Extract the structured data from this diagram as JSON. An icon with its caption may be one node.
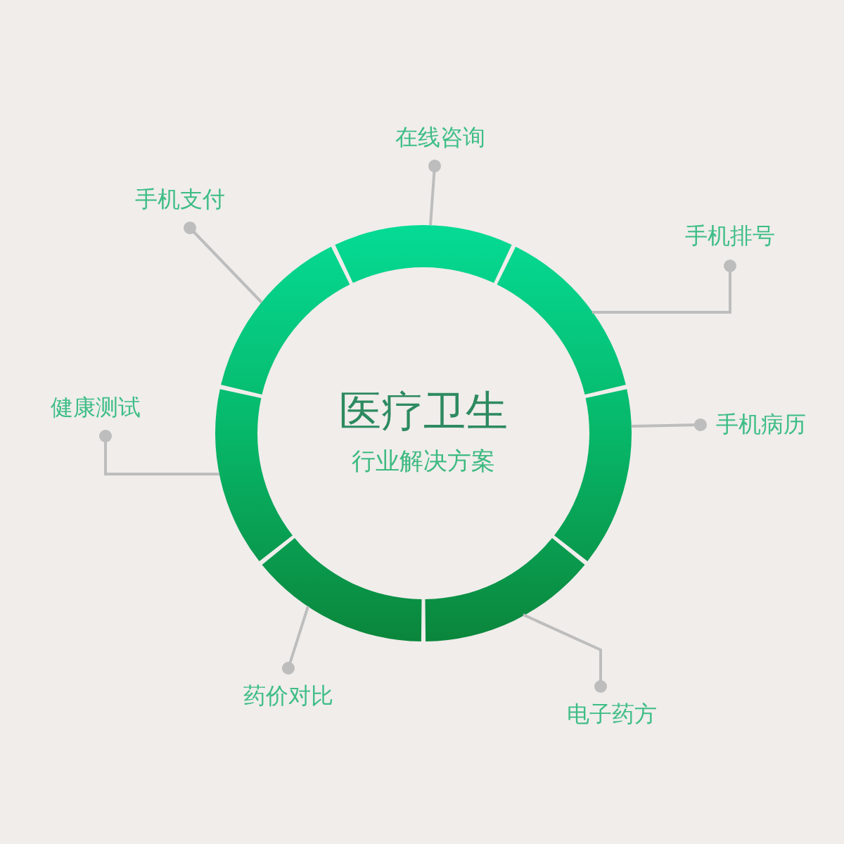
{
  "diagram": {
    "title": "医疗卫生",
    "nodes": [
      {
        "text": [
          "在线咨询"
        ]
      },
      {
        "text": [
          "手机支付"
        ]
      },
      {
        "text": [
          "手机排号"
        ]
      },
      {
        "text": [
          "健康测试"
        ]
      },
      {
        "text": [
          "手机病历"
        ]
      },
      {
        "text": [
          "药价对比"
        ]
      },
      {
        "text": [
          "电子药方"
        ]
      },
      {
        "text": [],
        "shape": "arc"
      },
      {
        "text": [],
        "shape": "arc"
      },
      {
        "text": [],
        "shape": "arc"
      },
      {
        "text": [],
        "shape": "arc"
      },
      {
        "text": [],
        "shape": "arc"
      },
      {
        "text": [],
        "shape": "arc"
      },
      {
        "text": [],
        "shape": "arc"
      }
    ],
    "edges": [
      {
        "from": 0,
        "to": 7,
        "arrow": "other"
      },
      {
        "from": 1,
        "to": 13,
        "arrow": "other"
      },
      {
        "from": 2,
        "to": 8,
        "arrow": "other"
      },
      {
        "from": 3,
        "to": 12,
        "arrow": "other"
      },
      {
        "from": 4,
        "to": 9,
        "arrow": "other"
      },
      {
        "from": 5,
        "to": 11,
        "arrow": "other"
      },
      {
        "from": 6,
        "to": 10,
        "arrow": "other"
      }
    ],
    "labels": [
      "行业解决方案"
    ]
  }
}
